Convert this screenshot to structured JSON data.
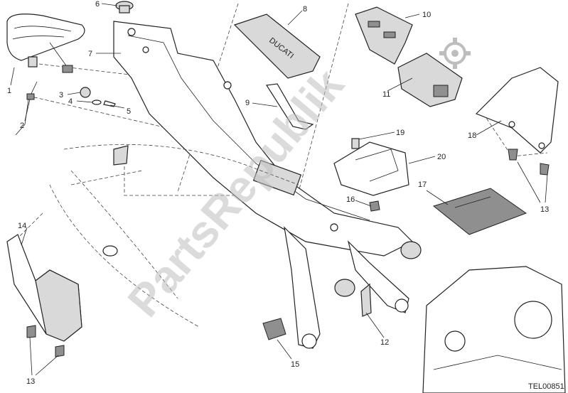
{
  "diagram": {
    "callouts": [
      "1",
      "2",
      "3",
      "4",
      "5",
      "6",
      "7",
      "8",
      "9",
      "10",
      "11",
      "12",
      "13",
      "13",
      "14",
      "15",
      "16",
      "17",
      "18",
      "19",
      "20"
    ],
    "drawing_code": "TEL00851",
    "watermark": "PartsRepublik",
    "tag_text": "DUCATI"
  },
  "colors": {
    "line": "#222222",
    "fill": "#ffffff",
    "shade": "#d9d9d9",
    "watermark": "#bdbdbd"
  },
  "icons": {
    "watermark_logo": "gear-icon"
  }
}
